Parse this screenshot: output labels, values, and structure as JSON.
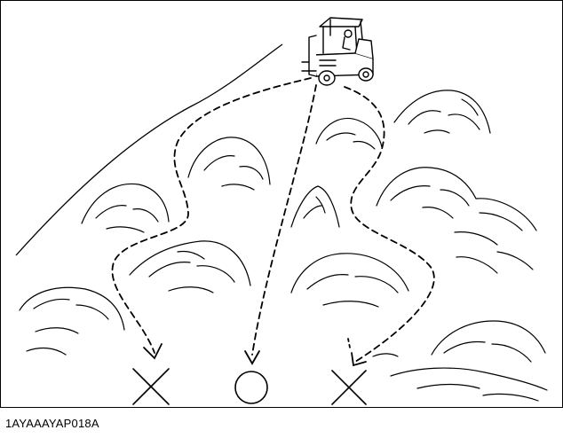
{
  "figure": {
    "caption": "1AYAAAYAP018A",
    "ink_color": "#000000",
    "background_color": "#ffffff"
  },
  "elements": {
    "forklift": "forklift-icon",
    "routes": [
      {
        "name": "left-route",
        "marker": "cross-mark",
        "meaning": "wrong"
      },
      {
        "name": "center-route",
        "marker": "circle-mark",
        "meaning": "correct"
      },
      {
        "name": "right-route",
        "marker": "cross-mark",
        "meaning": "wrong"
      }
    ]
  }
}
